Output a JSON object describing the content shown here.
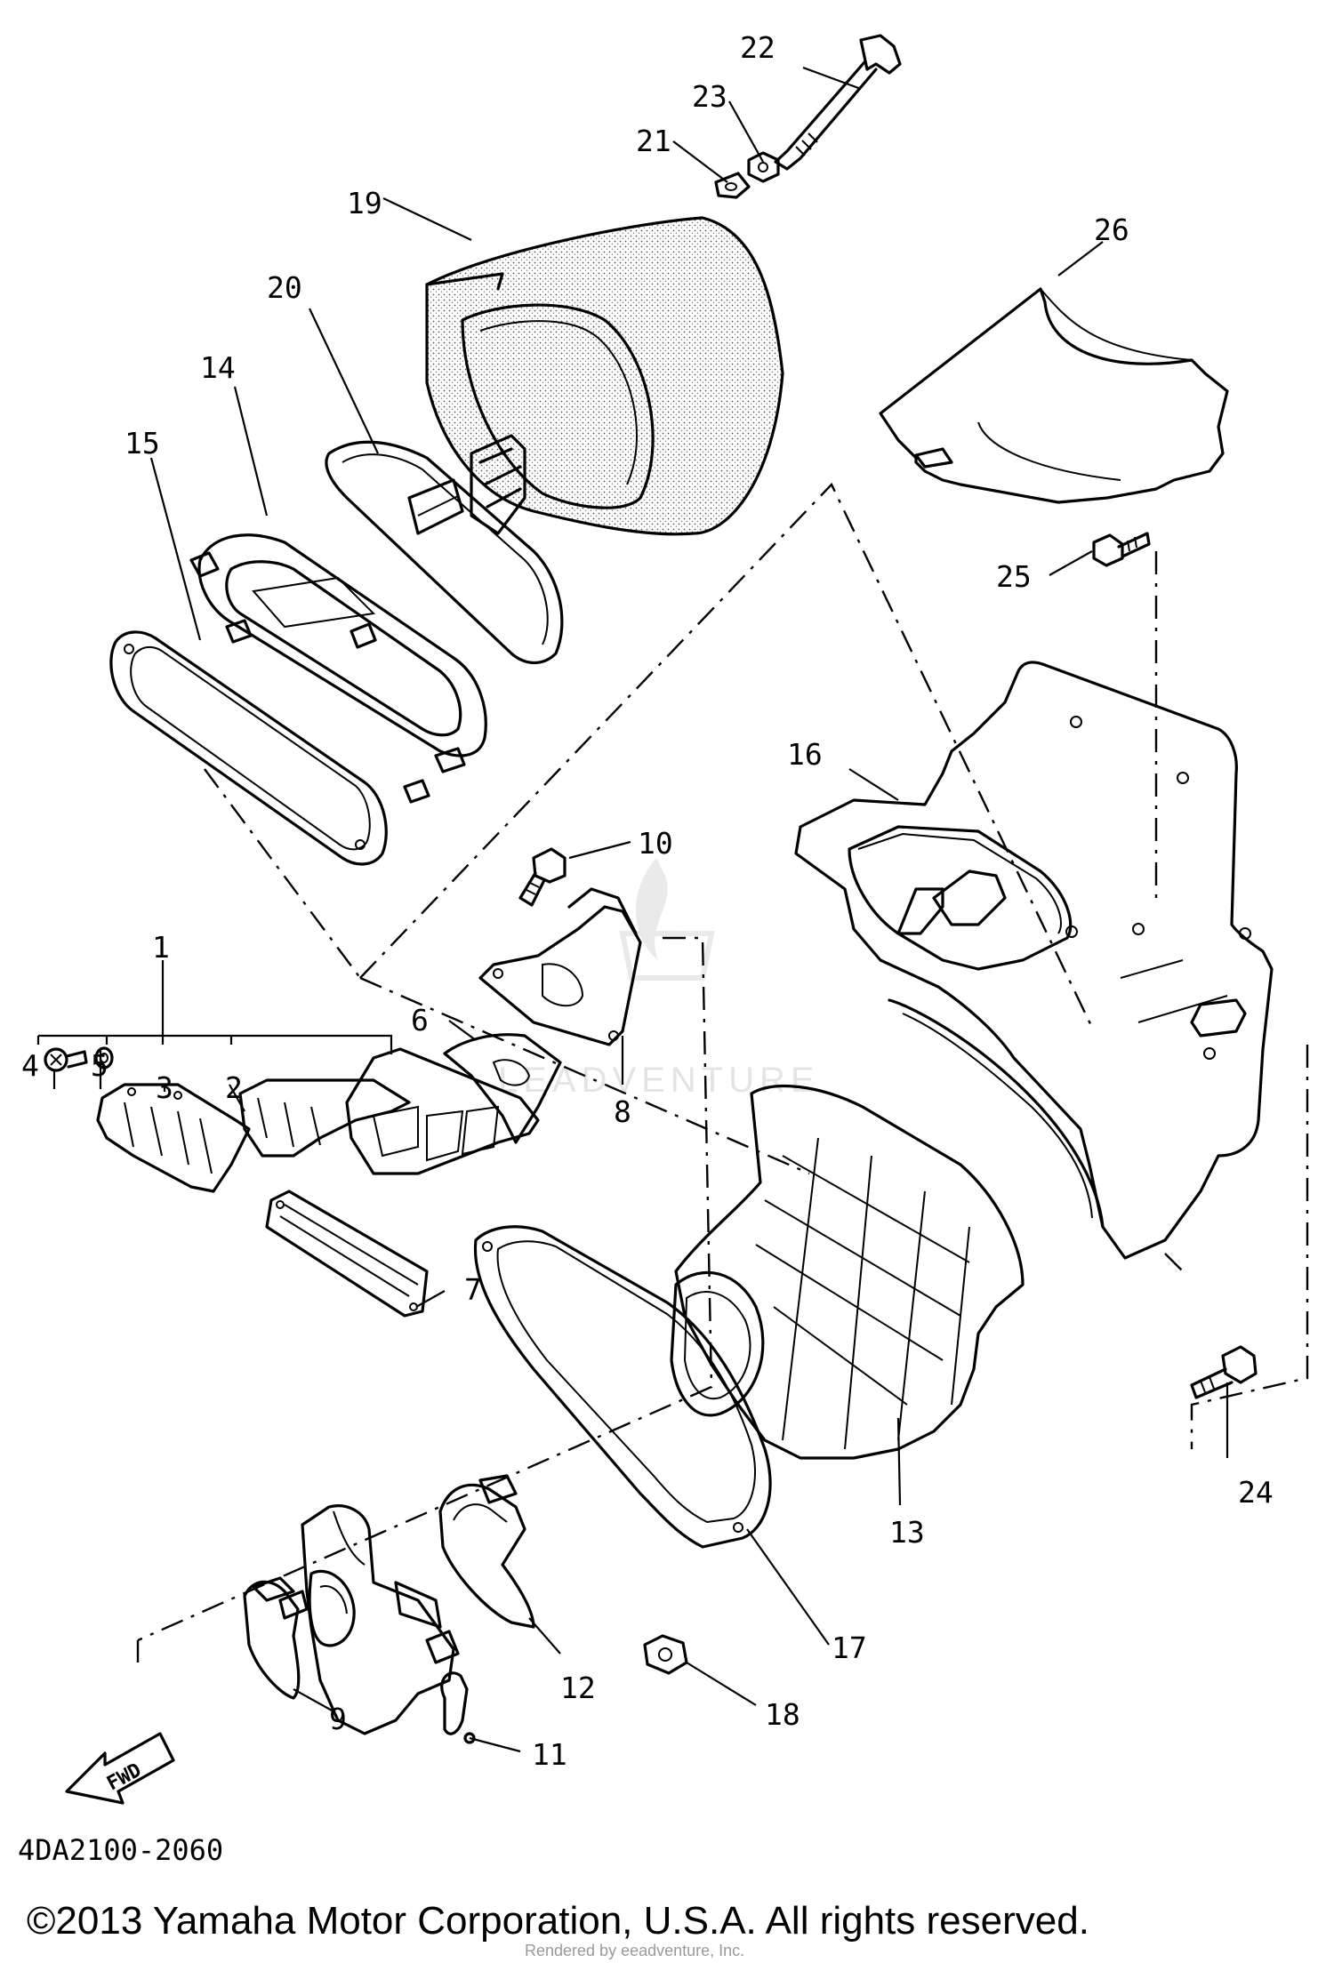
{
  "diagram": {
    "part_number": "4DA2100-2060",
    "copyright": "©2013 Yamaha Motor Corporation, U.S.A. All rights reserved.",
    "rendered_by": "Rendered by eeadventure, Inc.",
    "watermark": "LEADVENTURE",
    "fwd_label": "FWD",
    "callouts": [
      "1",
      "2",
      "3",
      "4",
      "5",
      "6",
      "7",
      "8",
      "9",
      "10",
      "11",
      "12",
      "13",
      "14",
      "15",
      "16",
      "17",
      "18",
      "19",
      "20",
      "21",
      "22",
      "23",
      "24",
      "25",
      "26"
    ]
  }
}
